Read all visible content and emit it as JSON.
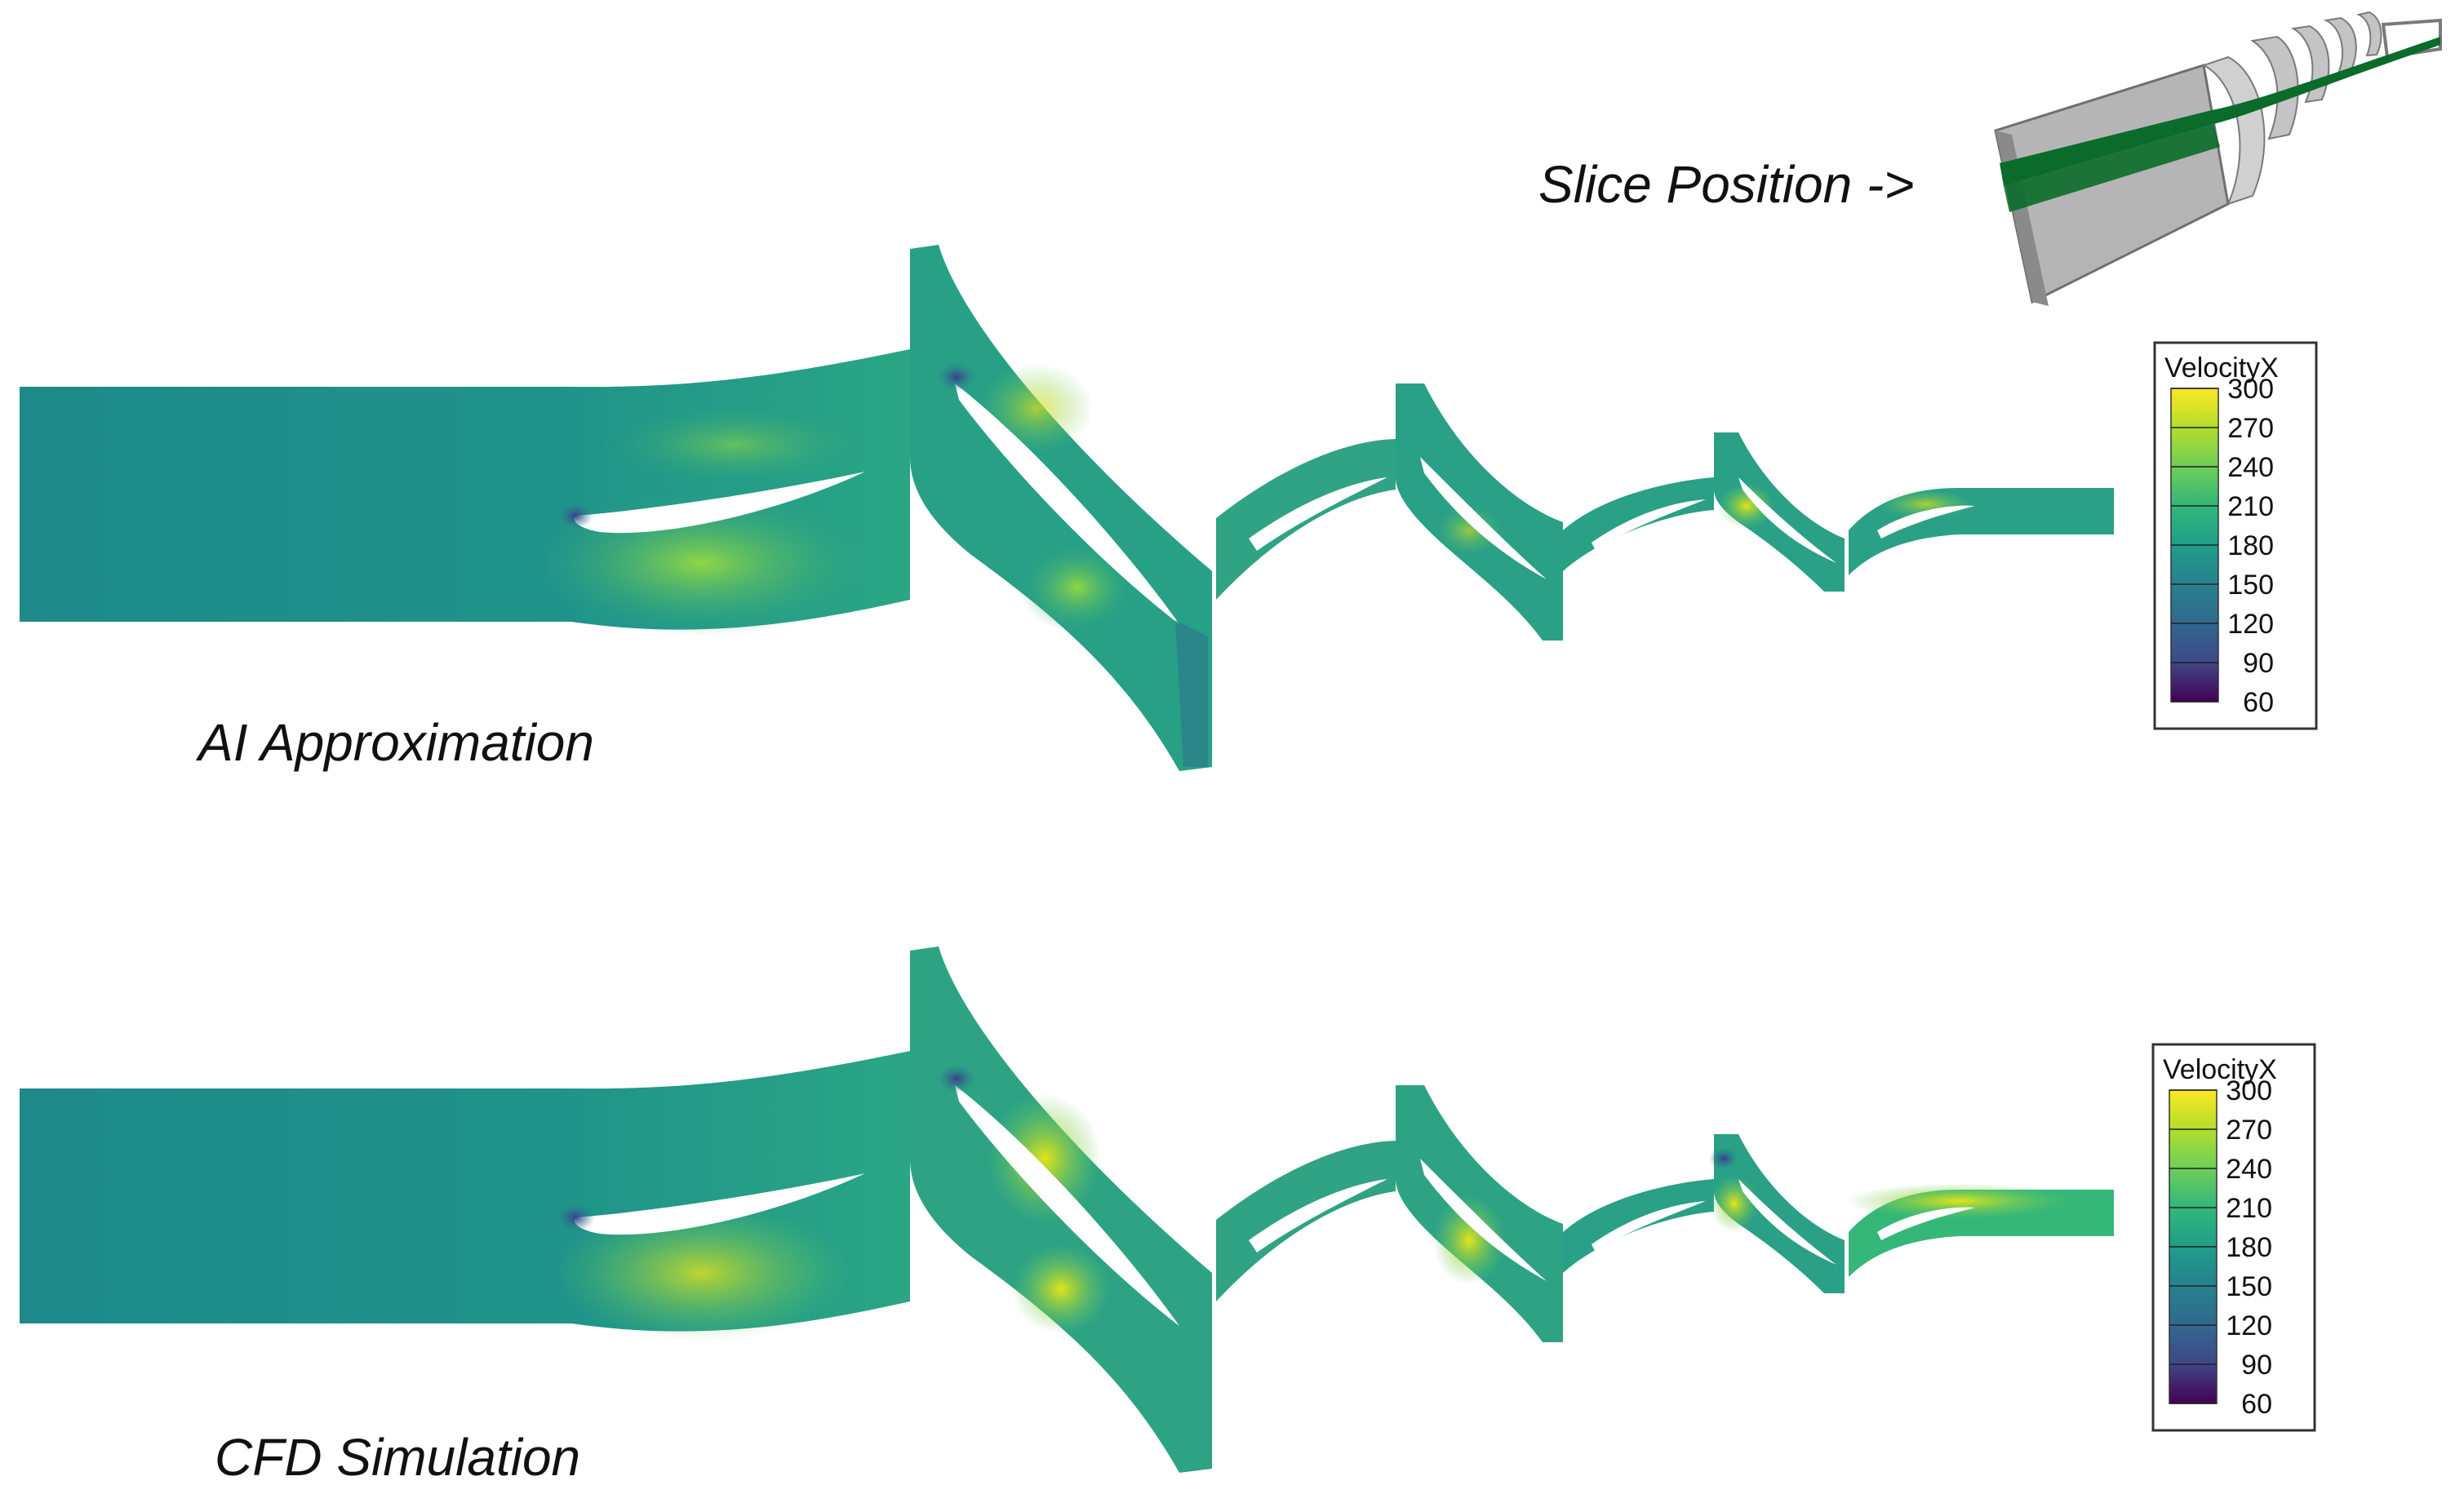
{
  "labels": {
    "slice_position": "Slice Position ->",
    "ai_approximation": "AI Approximation",
    "cfd_simulation": "CFD Simulation"
  },
  "colorbars": [
    {
      "title": "VelocityX",
      "ticks": [
        "300",
        "270",
        "240",
        "210",
        "180",
        "150",
        "120",
        "90",
        "60"
      ]
    },
    {
      "title": "VelocityX",
      "ticks": [
        "300",
        "270",
        "240",
        "210",
        "180",
        "150",
        "120",
        "90",
        "60"
      ]
    }
  ],
  "colormap": [
    "#fde725",
    "#b5de2b",
    "#6ece58",
    "#35b779",
    "#1f9e89",
    "#26828e",
    "#31688e",
    "#3e4989",
    "#482878",
    "#440154"
  ],
  "colors": {
    "field_base": "#1f8a8a",
    "passage": "#22a386",
    "passage_hot": "#6ece58",
    "slice_green": "#0b6b2a",
    "geometry_gray": "#a9a9a9"
  }
}
